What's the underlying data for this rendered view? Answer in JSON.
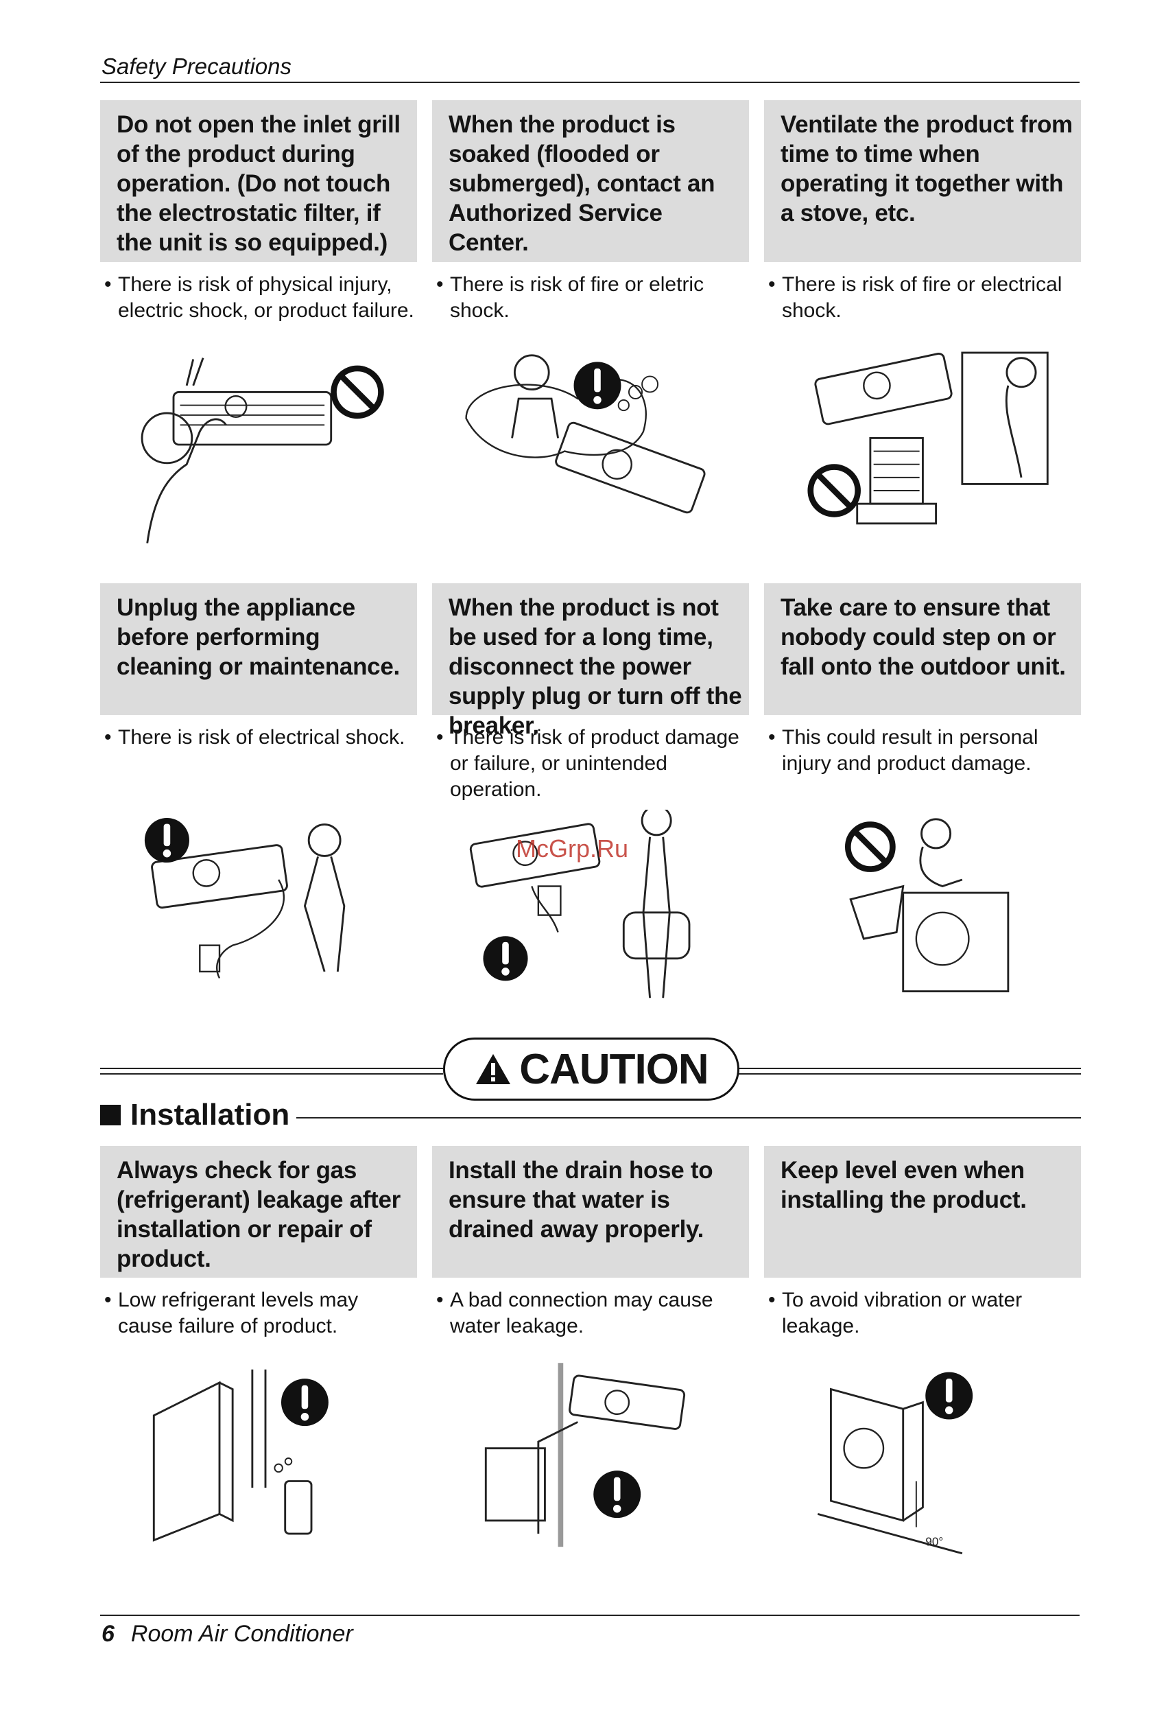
{
  "header": {
    "title": "Safety Precautions"
  },
  "row1": [
    {
      "title": "Do not open the inlet grill of the product during operation. (Do not touch the electrostatic filter, if the unit is so equipped.)",
      "bullet": "There is risk of physical injury, electric shock, or product failure.",
      "icon": "prohibition-icon"
    },
    {
      "title": "When the product is soaked (flooded or submerged), contact an Authorized Service Center.",
      "bullet": "There is risk of fire or eletric shock.",
      "icon": "mandatory-icon"
    },
    {
      "title": "Ventilate the product from time to time when operating it together with a stove, etc.",
      "bullet": "There is risk of fire or electrical shock.",
      "icon": "prohibition-icon"
    }
  ],
  "row2": [
    {
      "title": "Unplug the appliance before performing cleaning or maintenance.",
      "bullet": "There is risk of electrical shock.",
      "icon": "mandatory-icon"
    },
    {
      "title": "When the product is not be used for a long time, disconnect the power supply plug or turn off the breaker.",
      "bullet": "There is risk of product damage or failure, or unintended operation.",
      "icon": "mandatory-icon"
    },
    {
      "title": "Take care to ensure that nobody could step on or fall onto the outdoor unit.",
      "bullet": "This could result in personal injury and product damage.",
      "icon": "prohibition-icon"
    }
  ],
  "caution": {
    "label": "CAUTION"
  },
  "section": {
    "title": "Installation"
  },
  "row3": [
    {
      "title": "Always check for gas (refrigerant) leakage after installation or repair of product.",
      "bullet": "Low refrigerant levels may cause failure of product.",
      "icon": "mandatory-icon"
    },
    {
      "title": "Install the drain hose to ensure that water is drained away properly.",
      "bullet": "A bad connection may cause water leakage.",
      "icon": "mandatory-icon"
    },
    {
      "title": "Keep level even when installing the product.",
      "bullet": "To avoid vibration or water leakage.",
      "icon": "mandatory-icon",
      "angle_label": "90°"
    }
  ],
  "watermark": "McGrp.Ru",
  "footer": {
    "page_number": "6",
    "title": "Room Air Conditioner"
  }
}
